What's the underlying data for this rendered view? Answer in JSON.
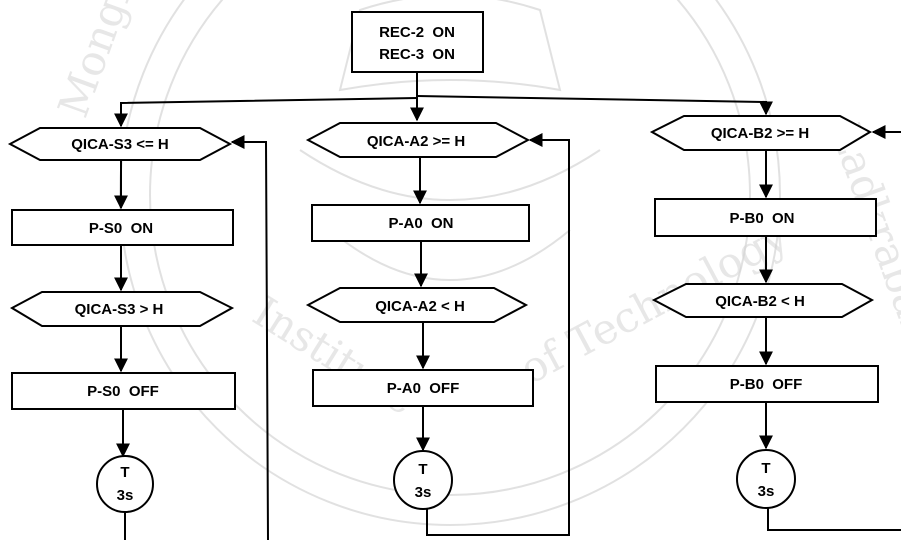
{
  "start": {
    "line1": "REC-2  ON",
    "line2": "REC-3  ON"
  },
  "columns": [
    {
      "id": "s",
      "check_high": "QICA-S3 <= H",
      "pump_on": "P-S0  ON",
      "check_low": "QICA-S3 > H",
      "pump_off": "P-S0  OFF",
      "timer_label": "T",
      "timer_value": "3s"
    },
    {
      "id": "a",
      "check_high": "QICA-A2 >= H",
      "pump_on": "P-A0  ON",
      "check_low": "QICA-A2 < H",
      "pump_off": "P-A0  OFF",
      "timer_label": "T",
      "timer_value": "3s"
    },
    {
      "id": "b",
      "check_high": "QICA-B2 >= H",
      "pump_on": "P-B0  ON",
      "check_low": "QICA-B2 < H",
      "pump_off": "P-B0  OFF",
      "timer_label": "T",
      "timer_value": "3s"
    }
  ],
  "watermark": {
    "text": "Mongkut's Institute of Technology Ladkrabang"
  }
}
